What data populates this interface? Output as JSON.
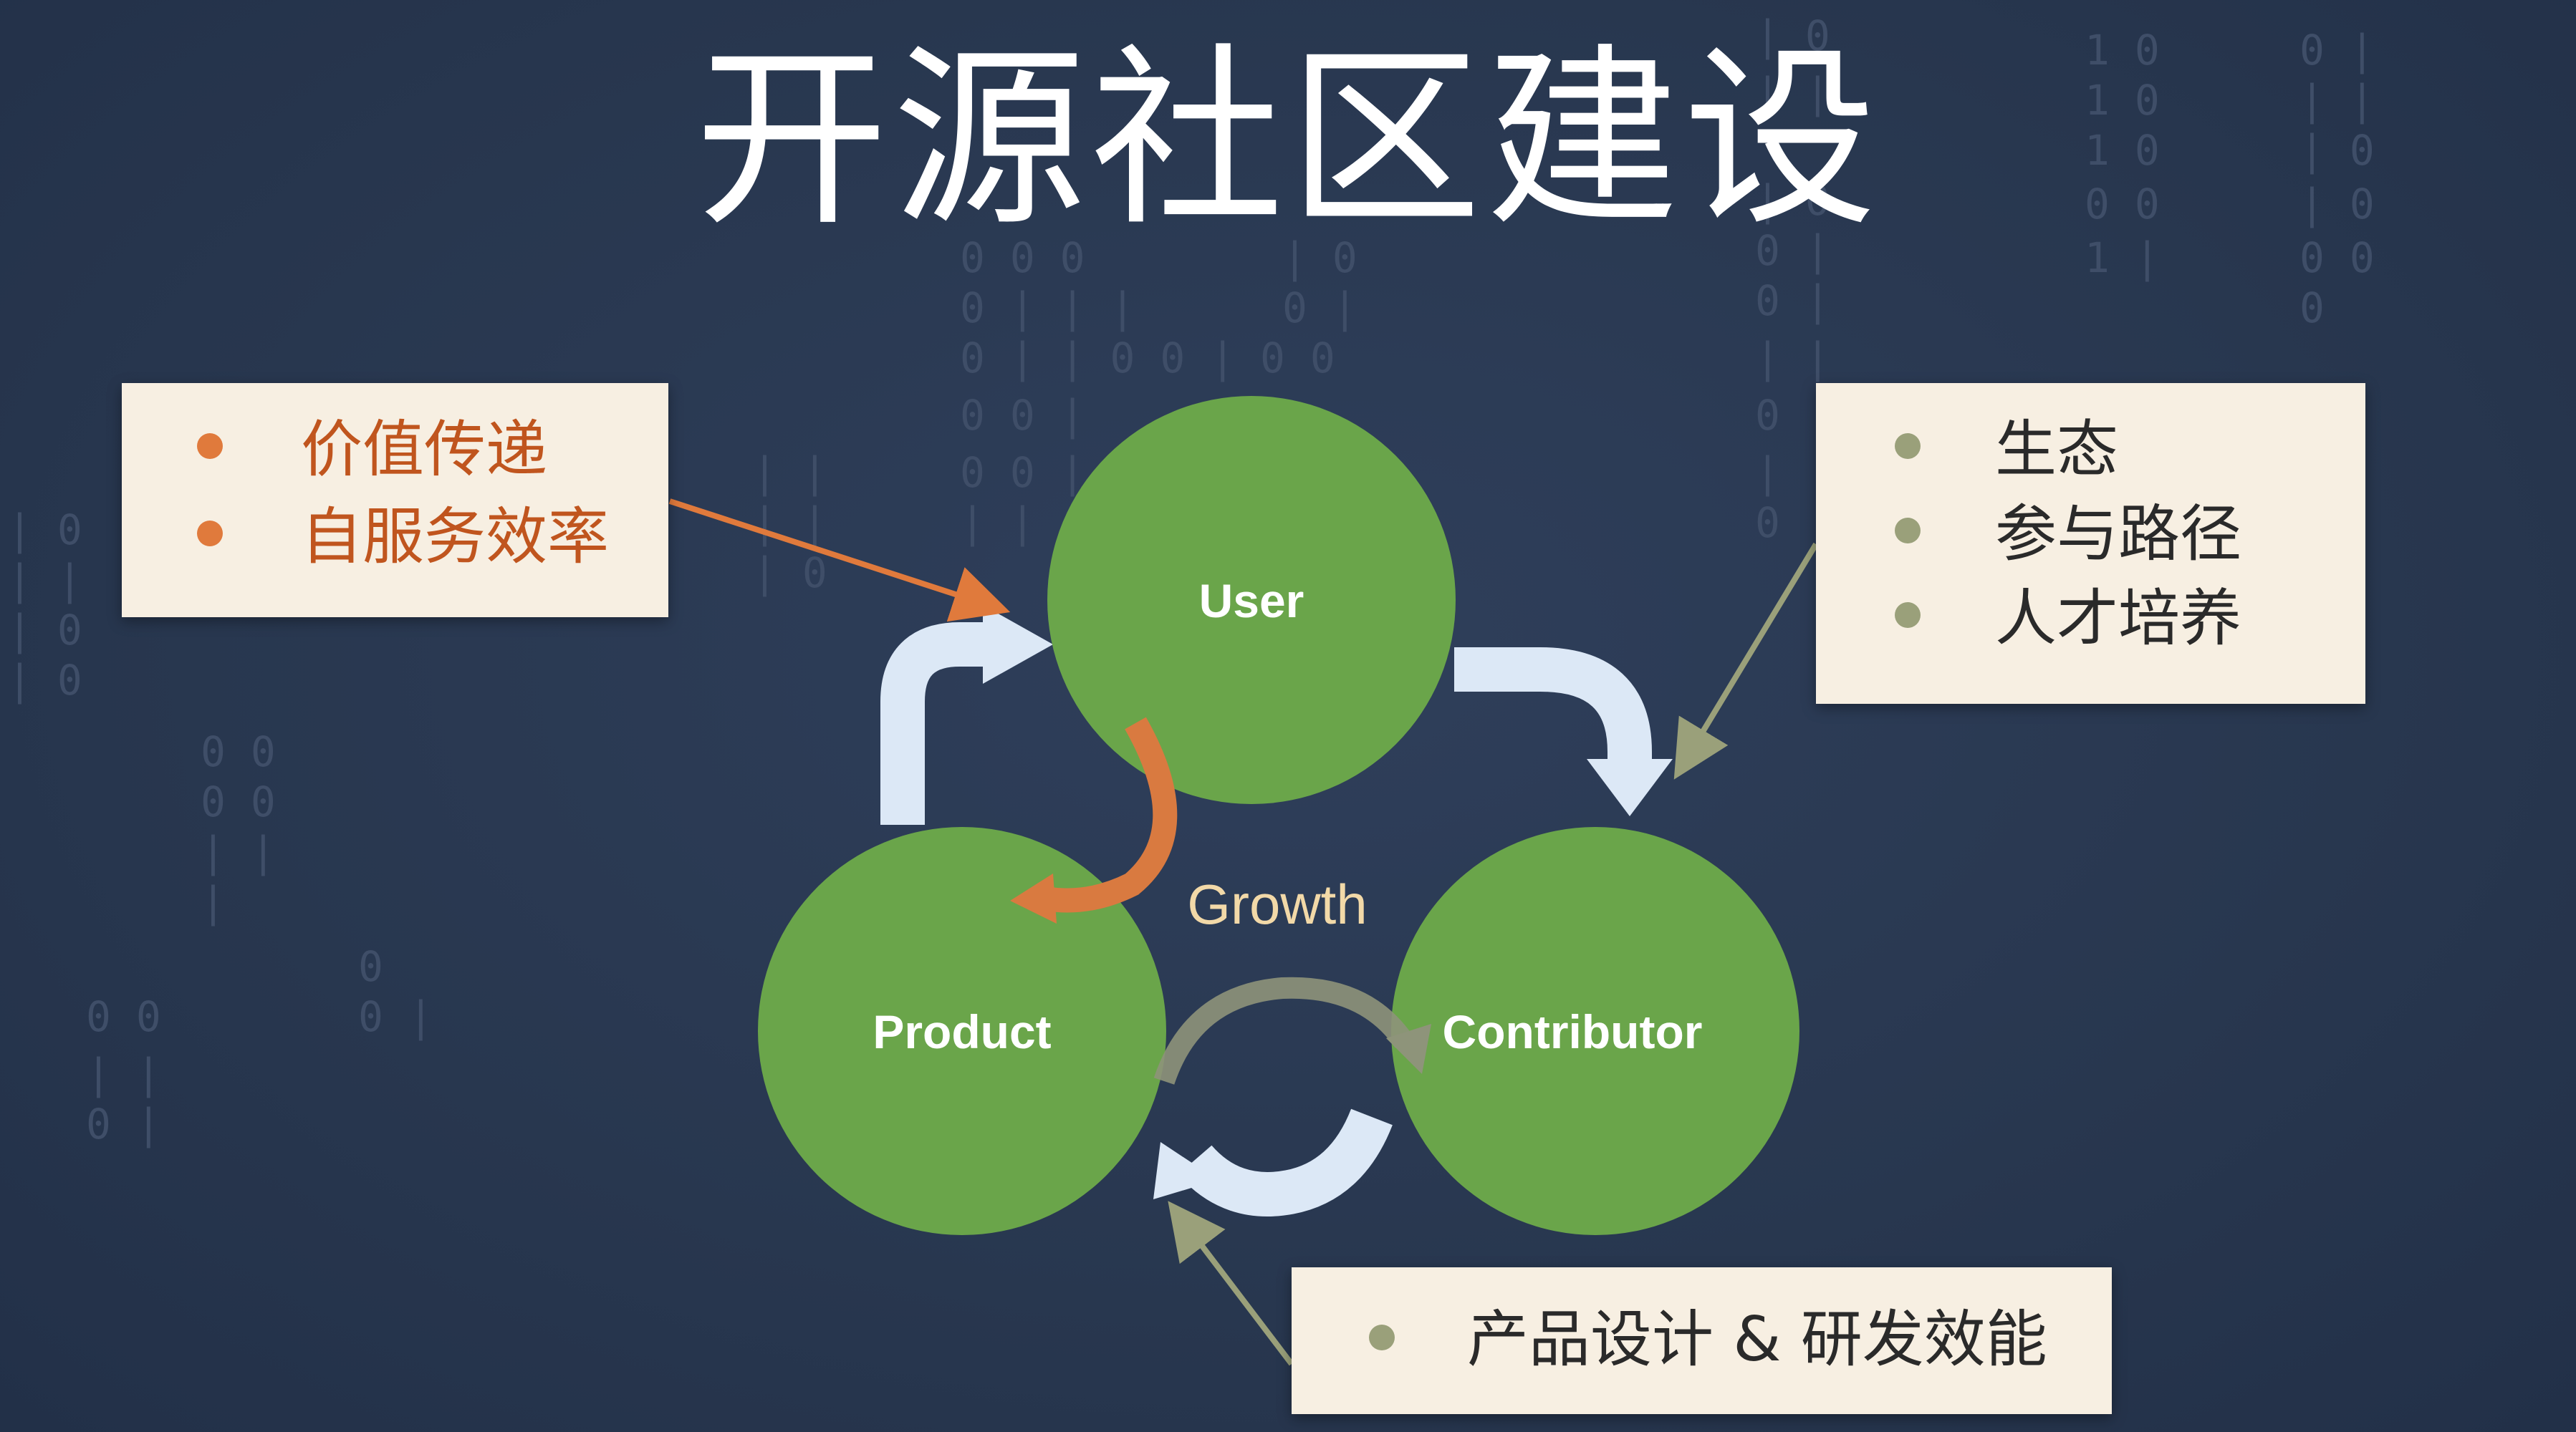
{
  "title": "开源社区建设",
  "nodes": {
    "user": "User",
    "product": "Product",
    "contributor": "Contributor"
  },
  "center_label": "Growth",
  "boxes": {
    "left": {
      "items": [
        "价值传递",
        "自服务效率"
      ]
    },
    "right": {
      "items": [
        "生态",
        "参与路径",
        "人才培养"
      ]
    },
    "bottom": {
      "items": [
        "产品设计 & 研发效能"
      ]
    }
  },
  "colors": {
    "background": "#2b3a53",
    "node_fill": "#6aa54a",
    "box_fill": "#f7efe2",
    "accent_orange": "#e07a3c",
    "accent_olive": "#9aa07a",
    "cycle_arrow": "#dce8f6"
  }
}
